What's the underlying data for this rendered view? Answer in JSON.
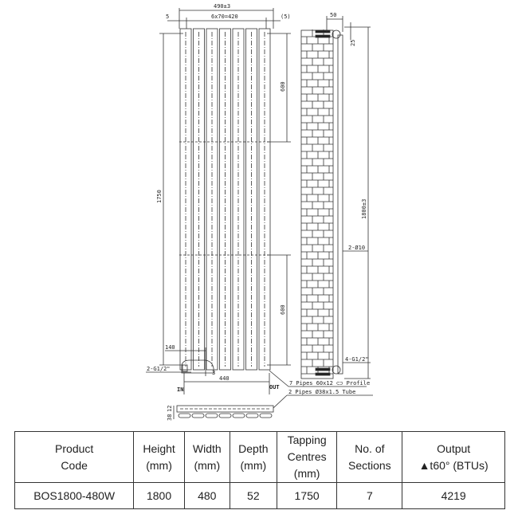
{
  "drawing": {
    "overall_width": "490±3",
    "edge_left": "5",
    "pitch": "6x70=420",
    "edge_right": "(5)",
    "tapping_centres": "1750",
    "bar_spacing_top": "600",
    "bar_spacing_bottom": "600",
    "valve_offset": "140",
    "valve_thread": "2-G1/2\"",
    "valve_small": "3",
    "pipe_centres": "440",
    "inlet": "IN",
    "outlet": "OUT",
    "profile_note": "7 Pipes 60x12",
    "profile_word": "Profile",
    "tube_note": "2 Pipes Ø38x1.5 Tube",
    "wall_offset": "50",
    "bracket_offset": "25",
    "overall_height": "1800±3",
    "fixing_holes": "2-Ø10",
    "side_threads": "4-G1/2\"",
    "plan_dims": [
      "12",
      "38"
    ]
  },
  "table": {
    "headers": [
      "Product Code",
      "Height (mm)",
      "Width (mm)",
      "Depth (mm)",
      "Tapping Centres (mm)",
      "No. of Sections",
      "Output ▲t60° (BTUs)"
    ],
    "header_lines": [
      [
        "Product",
        "Code"
      ],
      [
        "Height",
        "(mm)"
      ],
      [
        "Width",
        "(mm)"
      ],
      [
        "Depth",
        "(mm)"
      ],
      [
        "Tapping",
        "Centres",
        "(mm)"
      ],
      [
        "No. of",
        "Sections"
      ],
      [
        "Output",
        "▲t60° (BTUs)"
      ]
    ],
    "rows": [
      [
        "BOS1800-480W",
        "1800",
        "480",
        "52",
        "1750",
        "7",
        "4219"
      ]
    ]
  }
}
